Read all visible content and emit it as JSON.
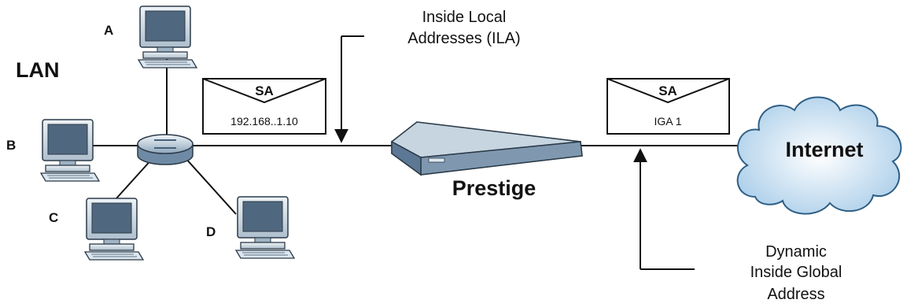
{
  "lan_label": "LAN",
  "hosts": [
    {
      "label": "A",
      "icon": "computer-icon"
    },
    {
      "label": "B",
      "icon": "computer-icon"
    },
    {
      "label": "C",
      "icon": "computer-icon"
    },
    {
      "label": "D",
      "icon": "computer-icon"
    }
  ],
  "hub_icon": "hub-icon",
  "ila": {
    "line1": "Inside Local",
    "line2": "Addresses (ILA)"
  },
  "envelope_left": {
    "header": "SA",
    "body": "192.168..1.10"
  },
  "envelope_right": {
    "header": "SA",
    "body": "IGA 1"
  },
  "router": {
    "label": "Prestige",
    "icon": "router-icon"
  },
  "internet": {
    "label": "Internet",
    "icon": "cloud-icon"
  },
  "diga": {
    "line1": "Dynamic",
    "line2": "Inside Global",
    "line3": "Address"
  },
  "colors": {
    "screen": "#50687f",
    "device": "#b8c8d6",
    "cloud": "#cfe4f3"
  }
}
